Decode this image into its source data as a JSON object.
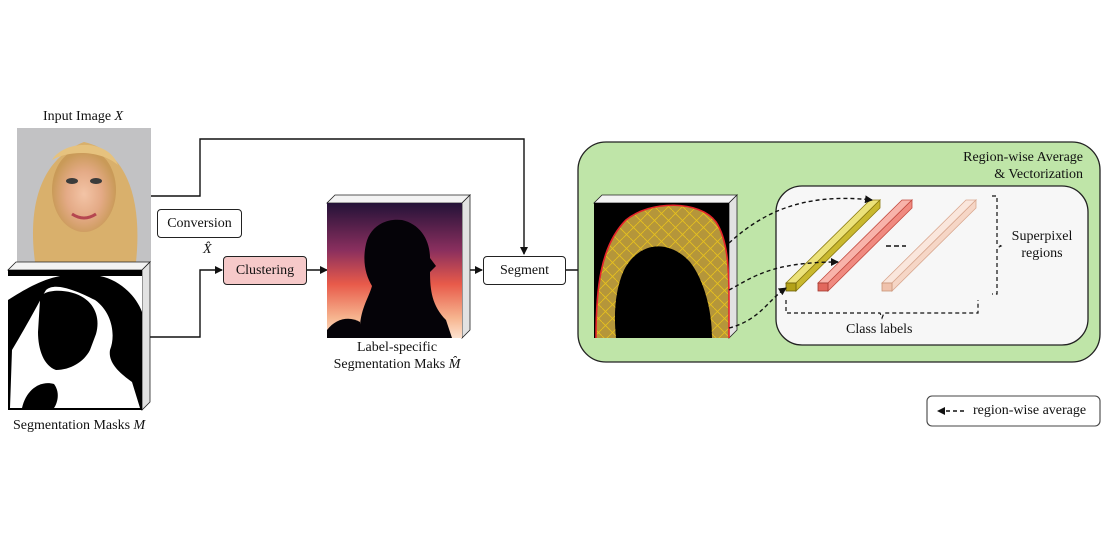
{
  "inputs": {
    "image_label": "Input Image",
    "image_symbol": "X",
    "mask_label": "Segmentation Masks",
    "mask_symbol": "M"
  },
  "steps": {
    "conversion": "Conversion",
    "x_hat": "X̂",
    "clustering": "Clustering",
    "segment": "Segment"
  },
  "label_mask": {
    "line1": "Label-specific",
    "line2": "Segmentation Maks",
    "symbol": "M̂"
  },
  "region_panel": {
    "title_line1": "Region-wise Average",
    "title_line2": "& Vectorization",
    "superpixel_line1": "Superpixel",
    "superpixel_line2": "regions",
    "class_labels": "Class labels",
    "vector_colors": [
      "#d9cc4a",
      "#f08a80",
      "#f6d6c6"
    ]
  },
  "legend": {
    "text": "region-wise average"
  },
  "colors": {
    "panel_fill": "#bfe5a8",
    "clustering_fill": "#f6c9c9"
  }
}
